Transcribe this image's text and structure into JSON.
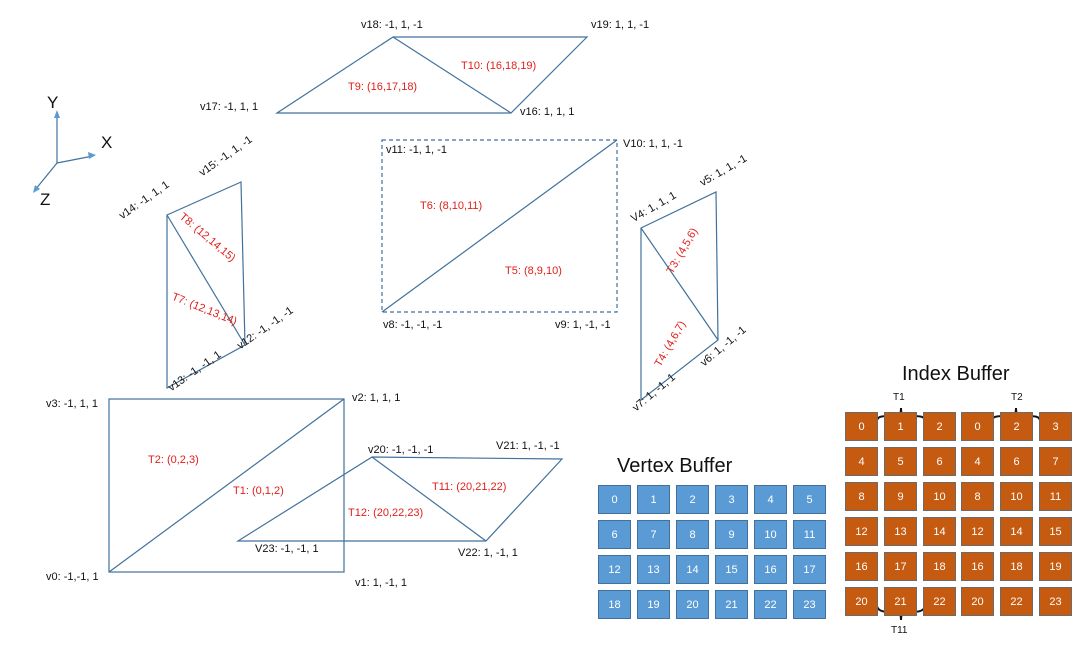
{
  "axes": {
    "x": "X",
    "y": "Y",
    "z": "Z"
  },
  "vertices": {
    "v0": "v0: -1,-1, 1",
    "v1": "v1:  1, -1,  1",
    "v2": "v2: 1,  1,  1",
    "v3": "v3: -1,  1,  1",
    "v4": "V4: 1, 1,  1",
    "v5": "v5: 1,  1, -1",
    "v6": "v6: 1,  -1, -1",
    "v7": "v7: 1, -1, 1",
    "v8": "v8: -1, -1, -1",
    "v9": "v9: 1, -1, -1",
    "v10": "V10: 1,  1, -1",
    "v11": "v11: -1,  1, -1",
    "v12": "v12: -1,  -1, -1",
    "v13": "v13: -1,  -1, 1",
    "v14": "v14: -1,  1, 1",
    "v15": "v15: -1,  1, -1",
    "v16": "v16: 1,  1,  1",
    "v17": "v17: -1,  1,  1",
    "v18": "v18: -1,  1,  -1",
    "v19": "v19: 1,  1,  -1",
    "v20": "v20: -1,  -1,  -1",
    "v21": "V21:  1,  -1,  -1",
    "v22": "V22: 1,  -1,  1",
    "v23": "V23: -1,  -1,  1"
  },
  "triangles": {
    "t1": "T1: (0,1,2)",
    "t2": "T2: (0,2,3)",
    "t3": "T3: (4,5,6)",
    "t4": "T4: (4,6,7)",
    "t5": "T5: (8,9,10)",
    "t6": "T6: (8,10,11)",
    "t7": "T7: (12,13,14)",
    "t8": "T8: (12,14,15)",
    "t9": "T9: (16,17,18)",
    "t10": "T10: (16,18,19)",
    "t11": "T11: (20,21,22)",
    "t12": "T12: (20,22,23)"
  },
  "vertex_buffer": {
    "title": "Vertex Buffer",
    "values": [
      "0",
      "1",
      "2",
      "3",
      "4",
      "5",
      "6",
      "7",
      "8",
      "9",
      "10",
      "11",
      "12",
      "13",
      "14",
      "15",
      "16",
      "17",
      "18",
      "19",
      "20",
      "21",
      "22",
      "23"
    ]
  },
  "index_buffer": {
    "title": "Index Buffer",
    "values": [
      "0",
      "1",
      "2",
      "0",
      "2",
      "3",
      "4",
      "5",
      "6",
      "4",
      "6",
      "7",
      "8",
      "9",
      "10",
      "8",
      "10",
      "11",
      "12",
      "13",
      "14",
      "12",
      "14",
      "15",
      "16",
      "17",
      "18",
      "16",
      "18",
      "19",
      "20",
      "21",
      "22",
      "20",
      "22",
      "23"
    ],
    "brace_labels": {
      "t1": "T1",
      "t2": "T2",
      "t11": "T11"
    }
  },
  "colors": {
    "line": "#41719c",
    "label_red": "#e0201b",
    "vertex_cell": "#5b9bd5",
    "index_cell": "#c55a11"
  }
}
